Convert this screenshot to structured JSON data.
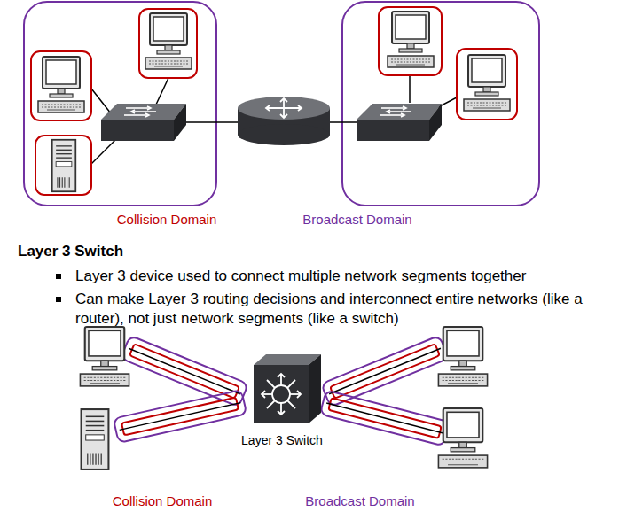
{
  "diagram": {
    "labels": [
      "Collision Domain",
      "Broadcast Domain",
      "Layer 3 Switch",
      "Layer 3 device used to connect multiple network segments together",
      "Can make Layer 3 routing decisions and interconnect entire networks (like a router), not just network segments (like a switch)",
      "Layer 3 Switch",
      "Collision Domain",
      "Broadcast Domain"
    ]
  }
}
